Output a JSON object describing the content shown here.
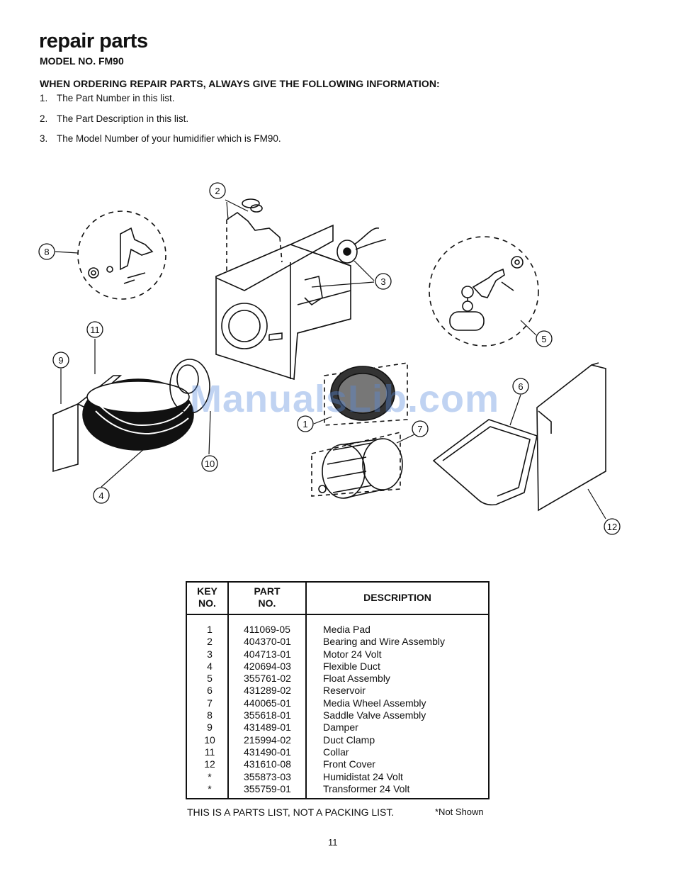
{
  "header": {
    "title": "repair parts",
    "model": "MODEL NO. FM90"
  },
  "instructions": {
    "heading": "WHEN ORDERING REPAIR PARTS, ALWAYS GIVE THE FOLLOWING INFORMATION:",
    "items": [
      {
        "num": "1.",
        "text": "The Part Number in this list."
      },
      {
        "num": "2.",
        "text": "The Part Description in this list."
      },
      {
        "num": "3.",
        "text": "The Model Number of your humidifier which is FM90."
      }
    ]
  },
  "diagram": {
    "callouts": [
      "1",
      "2",
      "3",
      "4",
      "5",
      "6",
      "7",
      "8",
      "9",
      "10",
      "11",
      "12"
    ],
    "watermark": "ManualsLib.com"
  },
  "table": {
    "headers": {
      "key": [
        "KEY",
        "NO."
      ],
      "part": [
        "PART",
        "NO."
      ],
      "description": "DESCRIPTION"
    },
    "rows": [
      {
        "key": "1",
        "part": "411069-05",
        "desc": "Media Pad"
      },
      {
        "key": "2",
        "part": "404370-01",
        "desc": "Bearing and Wire Assembly"
      },
      {
        "key": "3",
        "part": "404713-01",
        "desc": "Motor 24 Volt"
      },
      {
        "key": "4",
        "part": "420694-03",
        "desc": "Flexible Duct"
      },
      {
        "key": "5",
        "part": "355761-02",
        "desc": "Float Assembly"
      },
      {
        "key": "6",
        "part": "431289-02",
        "desc": "Reservoir"
      },
      {
        "key": "7",
        "part": "440065-01",
        "desc": "Media Wheel Assembly"
      },
      {
        "key": "8",
        "part": "355618-01",
        "desc": "Saddle Valve Assembly"
      },
      {
        "key": "9",
        "part": "431489-01",
        "desc": "Damper"
      },
      {
        "key": "10",
        "part": "215994-02",
        "desc": "Duct Clamp"
      },
      {
        "key": "11",
        "part": "431490-01",
        "desc": "Collar"
      },
      {
        "key": "12",
        "part": "431610-08",
        "desc": "Front Cover"
      },
      {
        "key": "*",
        "part": "355873-03",
        "desc": "Humidistat 24 Volt"
      },
      {
        "key": "*",
        "part": "355759-01",
        "desc": "Transformer 24 Volt"
      }
    ]
  },
  "footer": {
    "note": "THIS IS A PARTS LIST, NOT A PACKING LIST.",
    "not_shown": "*Not Shown",
    "page_number": "11"
  }
}
